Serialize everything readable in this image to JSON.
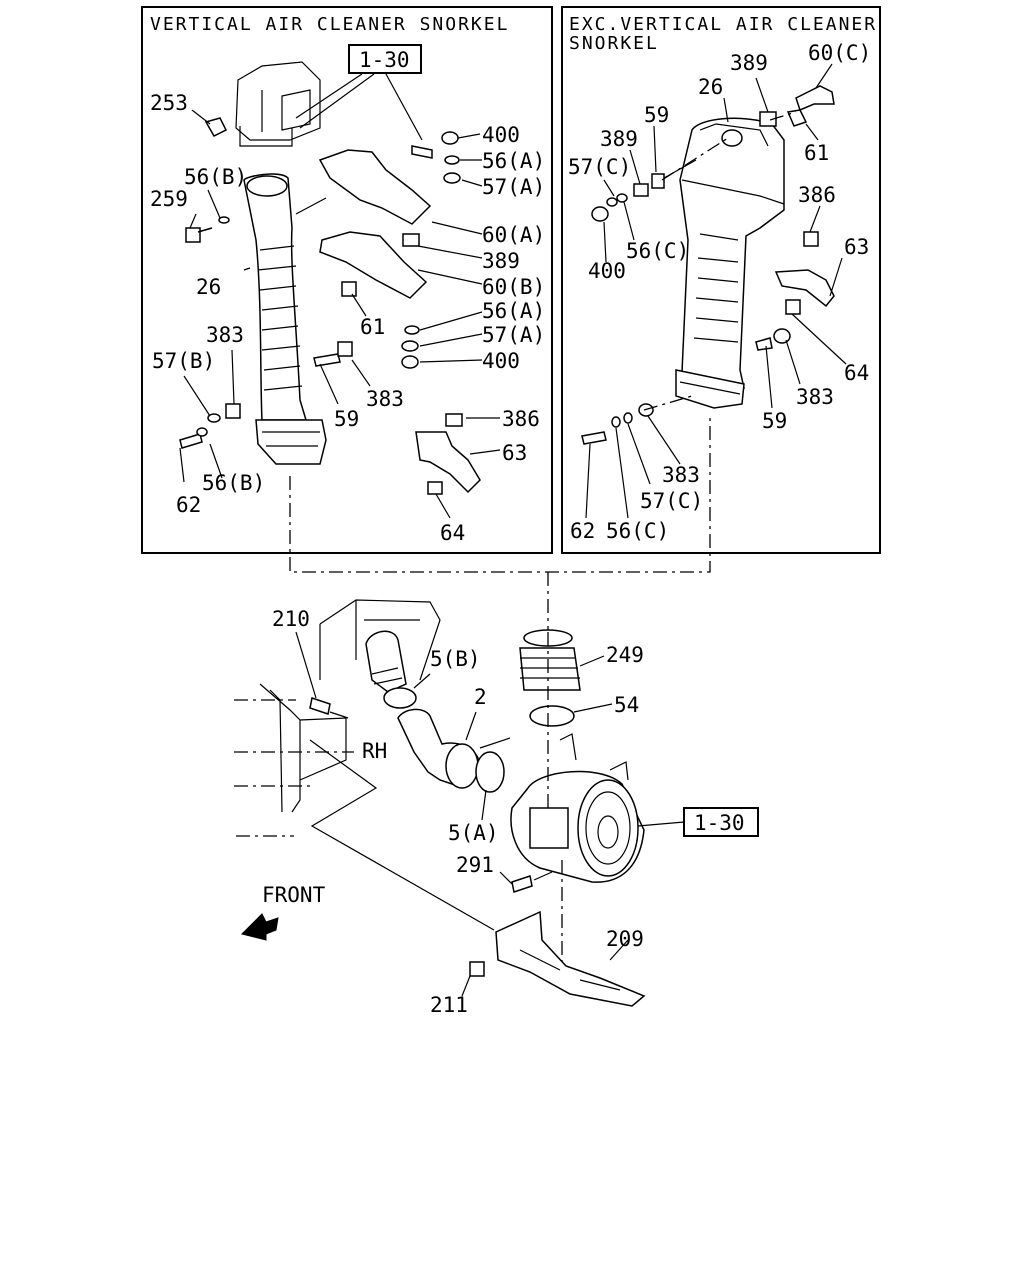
{
  "panels": {
    "left_title": "VERTICAL AIR CLEANER SNORKEL",
    "right_title_line1": "EXC.VERTICAL AIR CLEANER",
    "right_title_line2": "SNORKEL"
  },
  "boxed_refs": {
    "left_panel": "1-30",
    "main": "1-30"
  },
  "left_panel_labels": {
    "l253": "253",
    "l400a": "400",
    "l56a1": "56(A)",
    "l57a1": "57(A)",
    "l56b_top": "56(B)",
    "l259": "259",
    "l60a": "60(A)",
    "l389": "389",
    "l60b": "60(B)",
    "l26": "26",
    "l61": "61",
    "l56a2": "56(A)",
    "l57a2": "57(A)",
    "l400b": "400",
    "l383a": "383",
    "l57b": "57(B)",
    "l383b": "383",
    "l59": "59",
    "l386": "386",
    "l63": "63",
    "l56b_bot": "56(B)",
    "l62": "62",
    "l64": "64"
  },
  "right_panel_labels": {
    "r389a": "389",
    "r60c": "60(C)",
    "r26": "26",
    "r59a": "59",
    "r389b": "389",
    "r61": "61",
    "r57c_top": "57(C)",
    "r386": "386",
    "r56c_top": "56(C)",
    "r63": "63",
    "r400": "400",
    "r64": "64",
    "r383a": "383",
    "r59b": "59",
    "r383b": "383",
    "r57c_bot": "57(C)",
    "r62": "62",
    "r56c_bot": "56(C)"
  },
  "main_labels": {
    "m210": "210",
    "m5b": "5(B)",
    "m249": "249",
    "m2": "2",
    "m54": "54",
    "mRH": "RH",
    "m5a": "5(A)",
    "m291": "291",
    "mFRONT": "FRONT",
    "m209": "209",
    "m211": "211"
  },
  "icons": [
    "front-direction-arrow-icon"
  ]
}
